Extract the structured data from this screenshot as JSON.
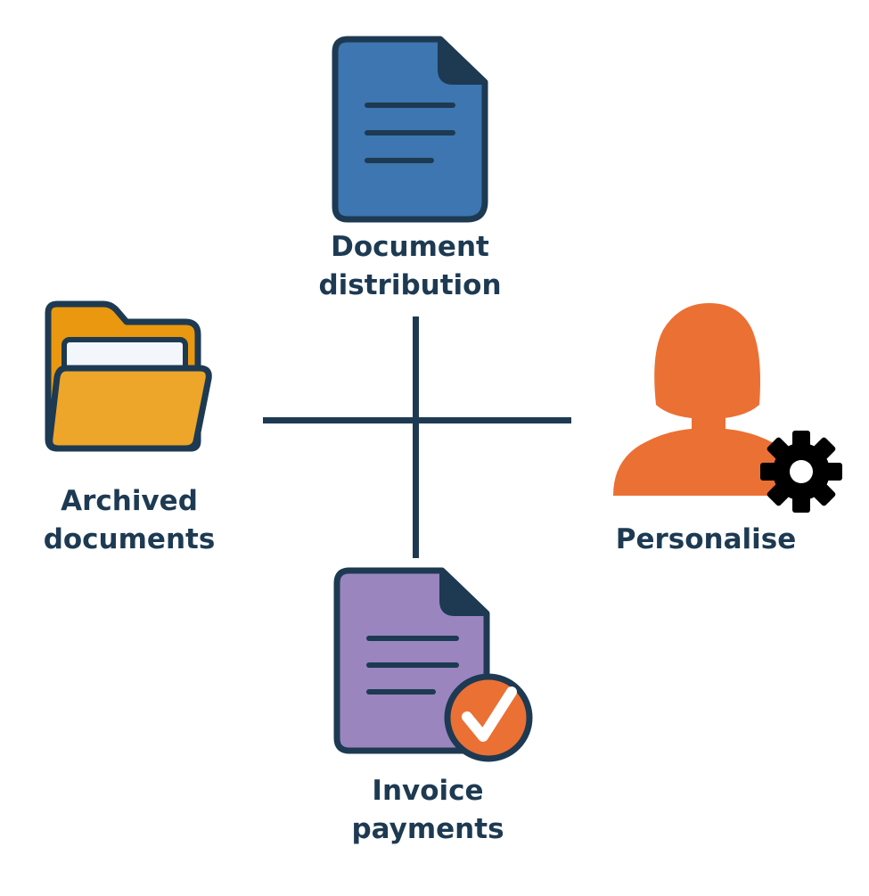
{
  "colors": {
    "navy": "#1d3a52",
    "doc_blue": "#3d76b0",
    "folder_orange": "#eda52a",
    "person_orange": "#eb7034",
    "invoice_purple": "#9b85bf",
    "check_orange": "#eb7034"
  },
  "items": {
    "top": {
      "icon": "document-icon",
      "line1": "Document",
      "line2": "distribution"
    },
    "left": {
      "icon": "folder-icon",
      "line1": "Archived",
      "line2": "documents"
    },
    "right": {
      "icon": "user-settings-icon",
      "line1": "Personalise"
    },
    "bottom": {
      "icon": "invoice-check-icon",
      "line1": "Invoice",
      "line2": "payments"
    }
  }
}
